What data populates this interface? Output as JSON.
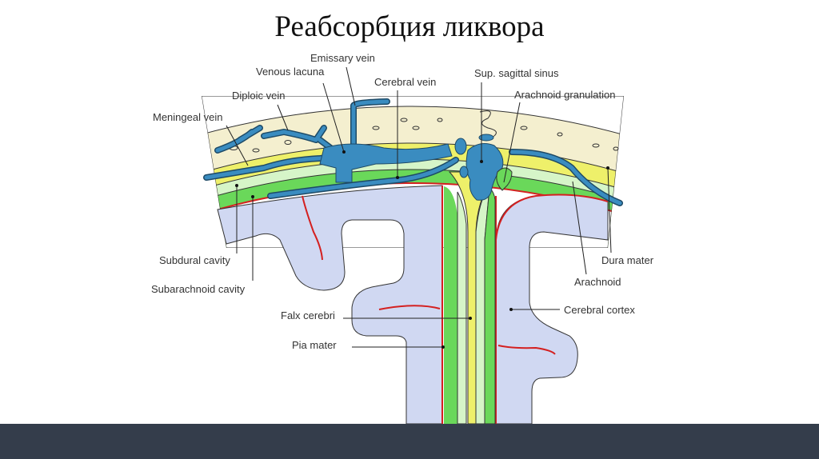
{
  "slide": {
    "title": "Реабсорбция ликвора"
  },
  "diagram": {
    "labels": {
      "emissary_vein": "Emissary vein",
      "venous_lacuna": "Venous lacuna",
      "cerebral_vein": "Cerebral vein",
      "sup_sagittal_sinus": "Sup. sagittal sinus",
      "arachnoid_granulation": "Arachnoid granulation",
      "diploic_vein": "Diploic vein",
      "meningeal_vein": "Meningeal vein",
      "subdural_cavity": "Subdural cavity",
      "subarachnoid_cavity": "Subarachnoid cavity",
      "dura_mater": "Dura mater",
      "arachnoid": "Arachnoid",
      "falx_cerebri": "Falx cerebri",
      "cerebral_cortex": "Cerebral cortex",
      "pia_mater": "Pia mater"
    },
    "colors": {
      "bone": "#f4efcf",
      "dura": "#eef06a",
      "arachnoid": "#d6f5c8",
      "subarachnoid": "#6ad85a",
      "cortex": "#d0d8f2",
      "vein": "#3a8cc0",
      "pia": "#d42020"
    }
  }
}
